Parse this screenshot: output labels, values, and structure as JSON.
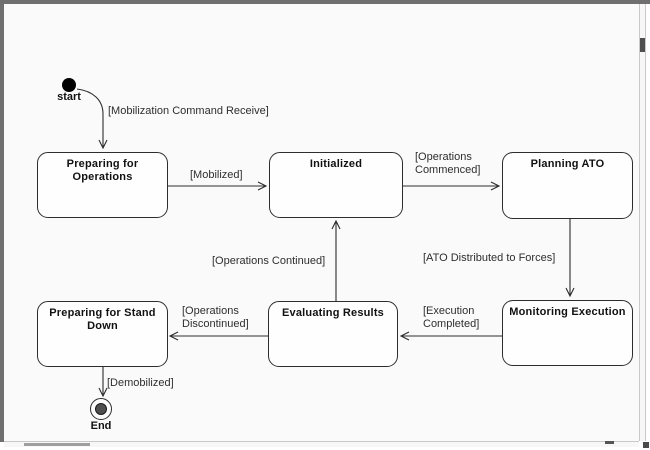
{
  "diagram_type": "uml-state-machine",
  "colors": {
    "background": "#fafafa",
    "state_fill": "#fefefe",
    "line": "#2d2d2d",
    "frame": "#6f6f6f",
    "final_state_inner": "#4f4f4f"
  },
  "start": {
    "label": "start"
  },
  "end": {
    "label": "End"
  },
  "states": [
    {
      "label": "Preparing for\nOperations"
    },
    {
      "label": "Initialized"
    },
    {
      "label": "Planning ATO"
    },
    {
      "label": "Monitoring Execution"
    },
    {
      "label": "Evaluating Results"
    },
    {
      "label": "Preparing for Stand\nDown"
    }
  ],
  "transitions": [
    {
      "from": "start",
      "to": "Preparing for Operations",
      "label": "[Mobilization Command Receive]"
    },
    {
      "from": "Preparing for Operations",
      "to": "Initialized",
      "label": "[Mobilized]"
    },
    {
      "from": "Initialized",
      "to": "Planning ATO",
      "label": "[Operations\nCommenced]"
    },
    {
      "from": "Planning ATO",
      "to": "Monitoring Execution",
      "label": "[ATO Distributed to Forces]"
    },
    {
      "from": "Monitoring Execution",
      "to": "Evaluating Results",
      "label": "[Execution\nCompleted]"
    },
    {
      "from": "Evaluating Results",
      "to": "Initialized",
      "label": "[Operations Continued]"
    },
    {
      "from": "Evaluating Results",
      "to": "Preparing for Stand Down",
      "label": "[Operations\nDiscontinued]"
    },
    {
      "from": "Preparing for Stand Down",
      "to": "End",
      "label": "[Demobilized]"
    }
  ]
}
